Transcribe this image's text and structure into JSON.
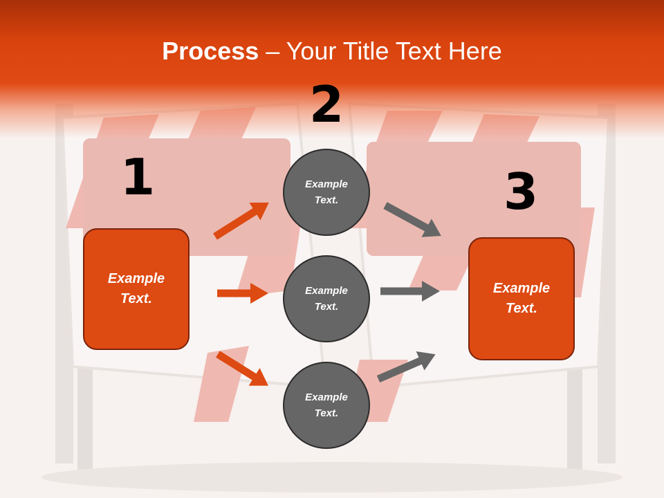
{
  "title": {
    "bold": "Process",
    "rest": " – Your Title Text Here"
  },
  "steps": [
    {
      "number": "1",
      "text": "Example Text."
    },
    {
      "number": "2",
      "items": [
        "Example Text.",
        "Example Text.",
        "Example Text."
      ]
    },
    {
      "number": "3",
      "text": "Example Text."
    }
  ],
  "colors": {
    "accent": "#dd4a12",
    "circle": "#666666",
    "arrow_orange": "#dd4a12",
    "arrow_gray": "#666666"
  }
}
